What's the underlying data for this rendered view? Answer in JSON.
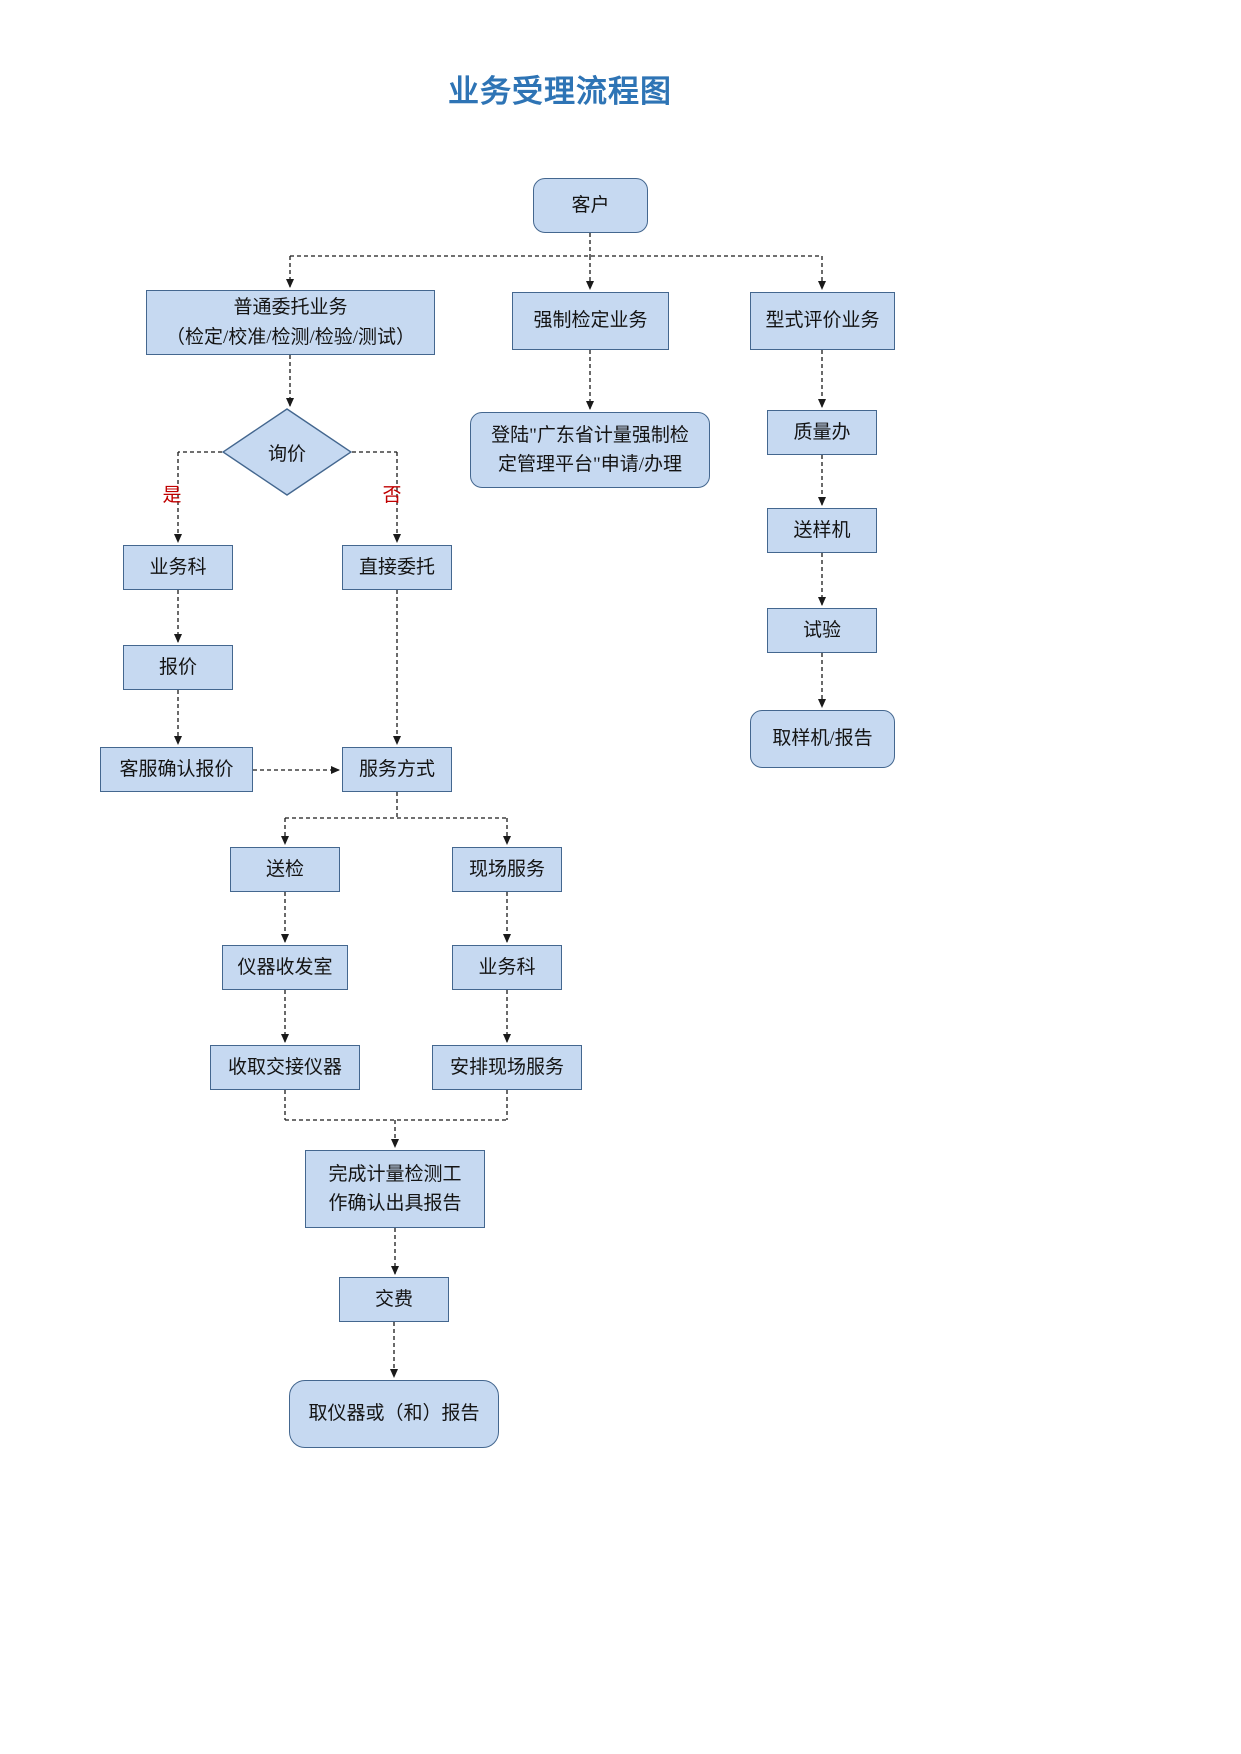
{
  "title": "业务受理流程图",
  "colors": {
    "node_fill": "#c6d9f1",
    "node_border": "#44678f",
    "title_text": "#2e74b5",
    "branch_label_text": "#c00000",
    "arrow": "#1a1a1a"
  },
  "nodes": {
    "customer": {
      "label": "客户"
    },
    "ordinary": {
      "label": "普通委托业务\n（检定/校准/检测/检验/测试）"
    },
    "compulsory": {
      "label": "强制检定业务"
    },
    "type_eval": {
      "label": "型式评价业务"
    },
    "inquiry": {
      "label": "询价"
    },
    "business_dept": {
      "label": "业务科"
    },
    "direct": {
      "label": "直接委托"
    },
    "quote": {
      "label": "报价"
    },
    "confirm_quote": {
      "label": "客服确认报价"
    },
    "service_mode": {
      "label": "服务方式"
    },
    "send_inspect": {
      "label": "送检"
    },
    "onsite": {
      "label": "现场服务"
    },
    "instrument_room": {
      "label": "仪器收发室"
    },
    "business_dept2": {
      "label": "业务科"
    },
    "receive_instruments": {
      "label": "收取交接仪器"
    },
    "arrange_onsite": {
      "label": "安排现场服务"
    },
    "complete_report": {
      "label": "完成计量检测工\n作确认出具报告"
    },
    "pay": {
      "label": "交费"
    },
    "take_report": {
      "label": "取仪器或（和）报告"
    },
    "platform": {
      "label": "登陆\"广东省计量强制检\n定管理平台\"申请/办理"
    },
    "quality_office": {
      "label": "质量办"
    },
    "send_sample": {
      "label": "送样机"
    },
    "test": {
      "label": "试验"
    },
    "take_sample_report": {
      "label": "取样机/报告"
    }
  },
  "decision_labels": {
    "yes": "是",
    "no": "否"
  }
}
